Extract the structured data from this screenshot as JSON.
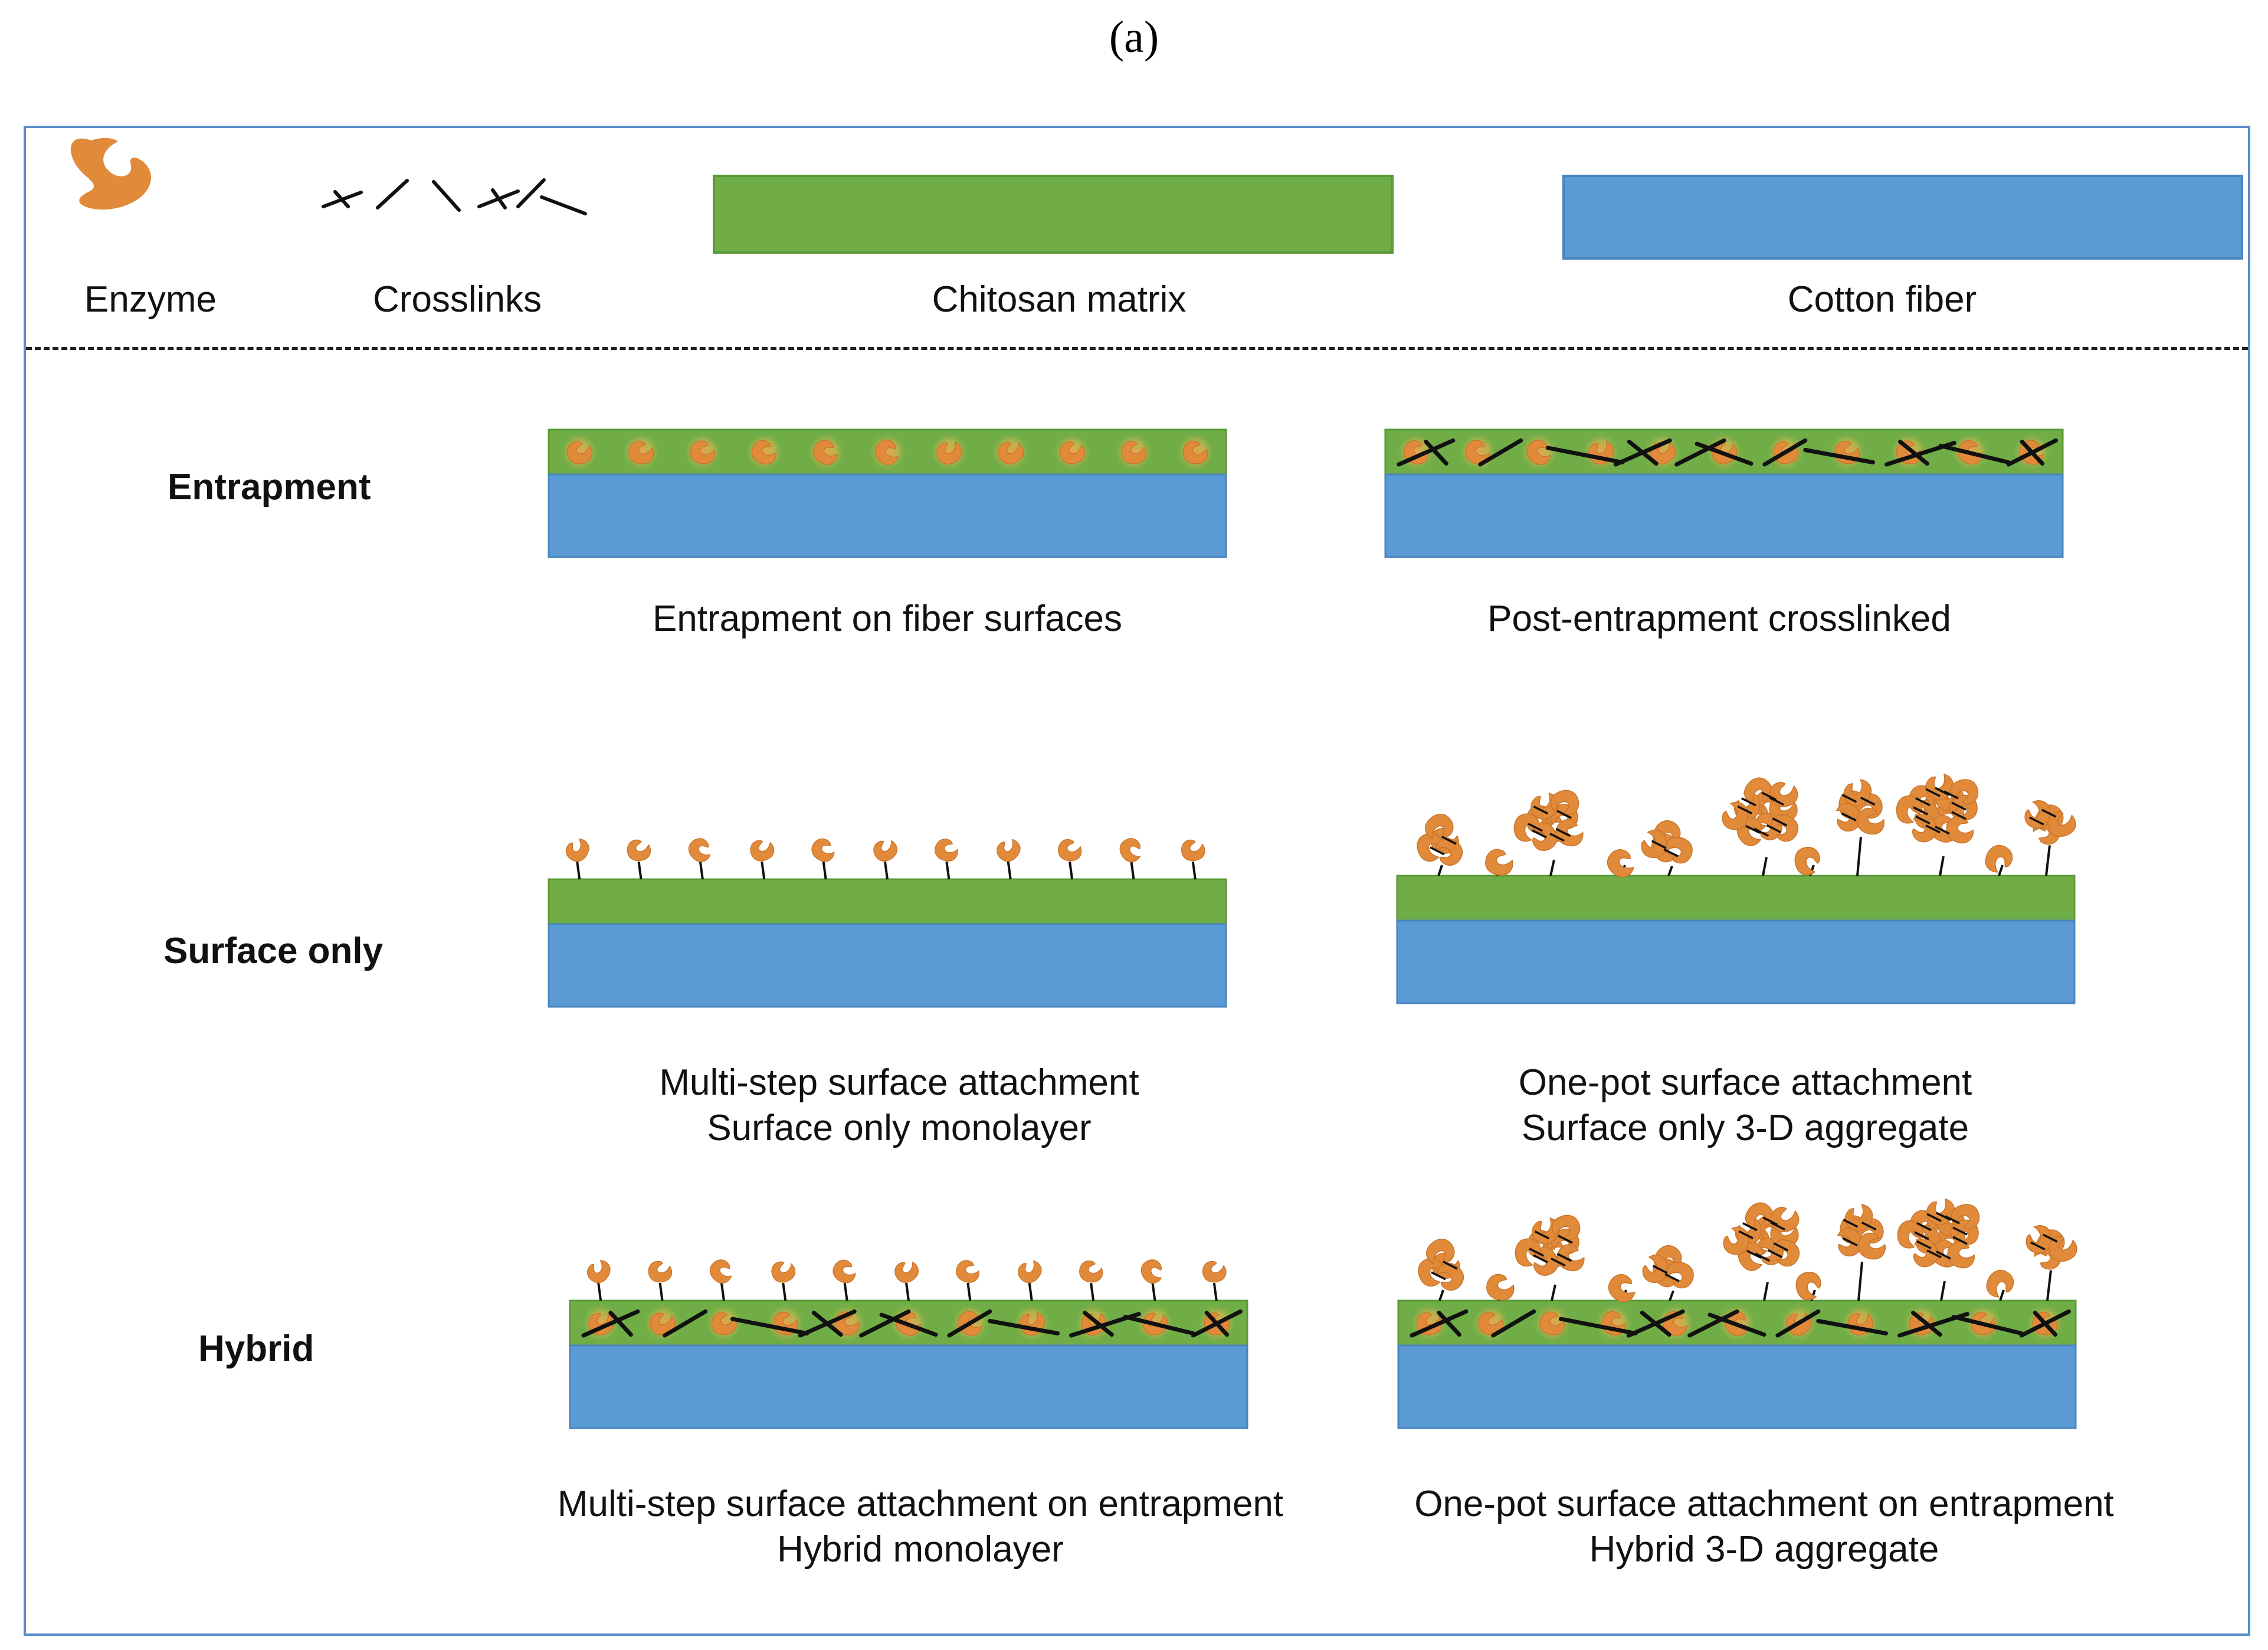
{
  "figure_label": "(a)",
  "legend": {
    "enzyme": "Enzyme",
    "crosslinks": "Crosslinks",
    "chitosan": "Chitosan matrix",
    "cotton": "Cotton fiber"
  },
  "rows": {
    "entrapment": "Entrapment",
    "surface_only": "Surface only",
    "hybrid": "Hybrid"
  },
  "captions": {
    "entrapment_left": "Entrapment on fiber surfaces",
    "entrapment_right": "Post-entrapment crosslinked",
    "surface_left_1": "Multi-step surface attachment",
    "surface_left_2": "Surface only monolayer",
    "surface_right_1": "One-pot surface attachment",
    "surface_right_2": "Surface only 3-D aggregate",
    "hybrid_left_1": "Multi-step surface attachment on entrapment",
    "hybrid_left_2": "Hybrid monolayer",
    "hybrid_right_1": "One-pot surface attachment on entrapment",
    "hybrid_right_2": "Hybrid 3-D aggregate"
  },
  "colors": {
    "chitosan": "#70ad47",
    "cotton": "#5b9bd5",
    "enzyme": "#e08a3a",
    "crosslink": "#111111",
    "frame": "#5b8ec8"
  }
}
